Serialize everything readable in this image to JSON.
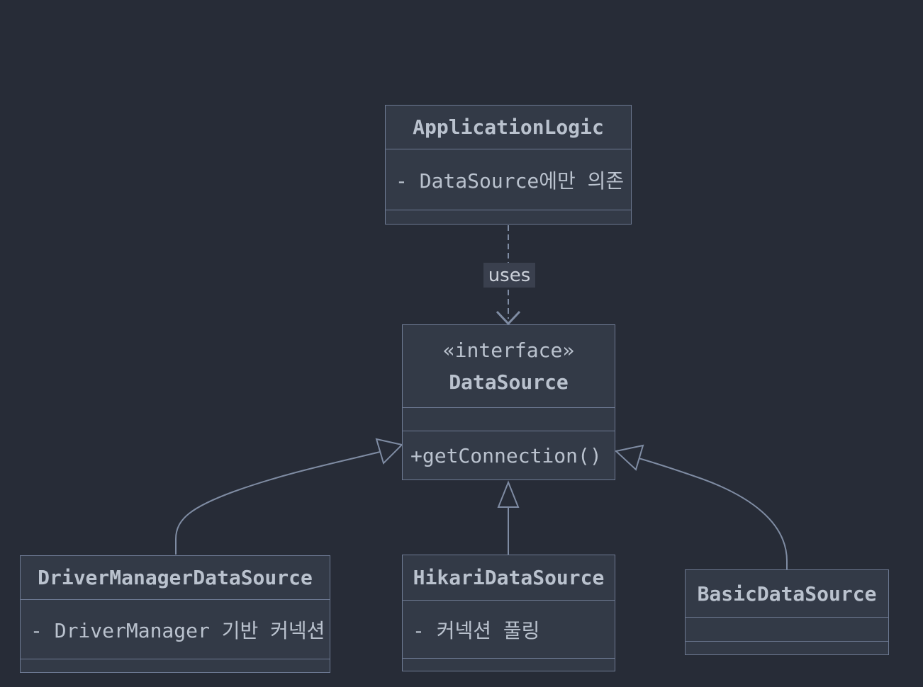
{
  "diagram_type": "uml-class-diagram",
  "colors": {
    "background": "#272c37",
    "node_fill": "#333a47",
    "node_border": "#6d7992",
    "edge_line": "#7f8ca3",
    "text": "#bac2ce",
    "edge_label_bg": "#3a404e",
    "edge_label_text": "#ccd1da"
  },
  "classes": [
    {
      "name": "ApplicationLogic",
      "stereotype": "",
      "attributes": [
        "- DataSource에만 의존"
      ],
      "methods": []
    },
    {
      "name": "DataSource",
      "stereotype": "«interface»",
      "attributes": [],
      "methods": [
        "+getConnection()"
      ]
    },
    {
      "name": "DriverManagerDataSource",
      "stereotype": "",
      "attributes": [
        "- DriverManager 기반 커넥션"
      ],
      "methods": []
    },
    {
      "name": "HikariDataSource",
      "stereotype": "",
      "attributes": [
        "- 커넥션 풀링"
      ],
      "methods": []
    },
    {
      "name": "BasicDataSource",
      "stereotype": "",
      "attributes": [],
      "methods": []
    }
  ],
  "edges": [
    {
      "from": "ApplicationLogic",
      "to": "DataSource",
      "type": "dependency",
      "label": "uses"
    },
    {
      "from": "DriverManagerDataSource",
      "to": "DataSource",
      "type": "realization",
      "label": ""
    },
    {
      "from": "HikariDataSource",
      "to": "DataSource",
      "type": "realization",
      "label": ""
    },
    {
      "from": "BasicDataSource",
      "to": "DataSource",
      "type": "realization",
      "label": ""
    }
  ]
}
